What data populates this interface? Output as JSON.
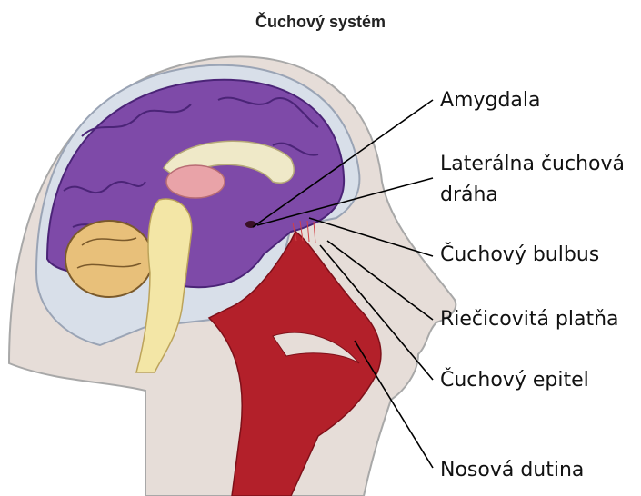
{
  "title": "Čuchový systém",
  "labels": {
    "amygdala": "Amygdala",
    "lateral_tract_line1": "Laterálna čuchová",
    "lateral_tract_line2": "dráha",
    "bulb": "Čuchový bulbus",
    "cribriform": "Riečicovitá platňa",
    "epithelium": "Čuchový epitel",
    "nasal_cavity": "Nosová dutina"
  },
  "colors": {
    "skin": "#e6ddd8",
    "skull": "#d8dfe9",
    "cortex": "#7e4aa8",
    "cortex_dark": "#4b2477",
    "cerebellum": "#e8c07a",
    "brainstem": "#f3e6a6",
    "airway": "#b3202a",
    "thalamus": "#e9a3a8"
  }
}
